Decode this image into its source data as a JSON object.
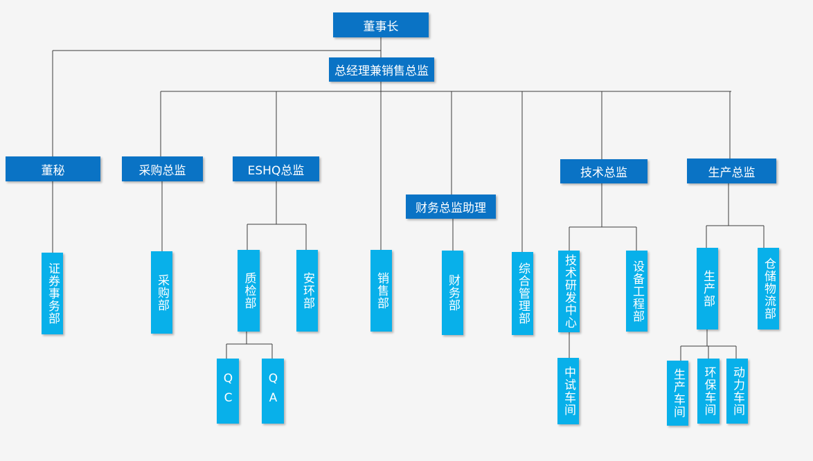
{
  "nodes": {
    "chairman": "董事长",
    "gm": "总经理兼销售总监",
    "secretary": "董秘",
    "purchasing_director": "采购总监",
    "eshq_director": "ESHQ总监",
    "finance_assistant": "财务总监助理",
    "tech_director": "技术总监",
    "production_director": "生产总监",
    "securities": "证券事务部",
    "purchasing_dept": "采购部",
    "quality_dept": "质检部",
    "safety_env_dept": "安环部",
    "sales_dept": "销售部",
    "finance_dept": "财务部",
    "admin_dept": "综合管理部",
    "rd_center": "技术研发中心",
    "equipment_dept": "设备工程部",
    "production_dept": "生产部",
    "logistics_dept": "仓储物流部",
    "qc": "QC",
    "qa": "QA",
    "pilot_workshop": "中试车间",
    "production_workshop": "生产车间",
    "env_workshop": "环保车间",
    "power_workshop": "动力车间"
  }
}
